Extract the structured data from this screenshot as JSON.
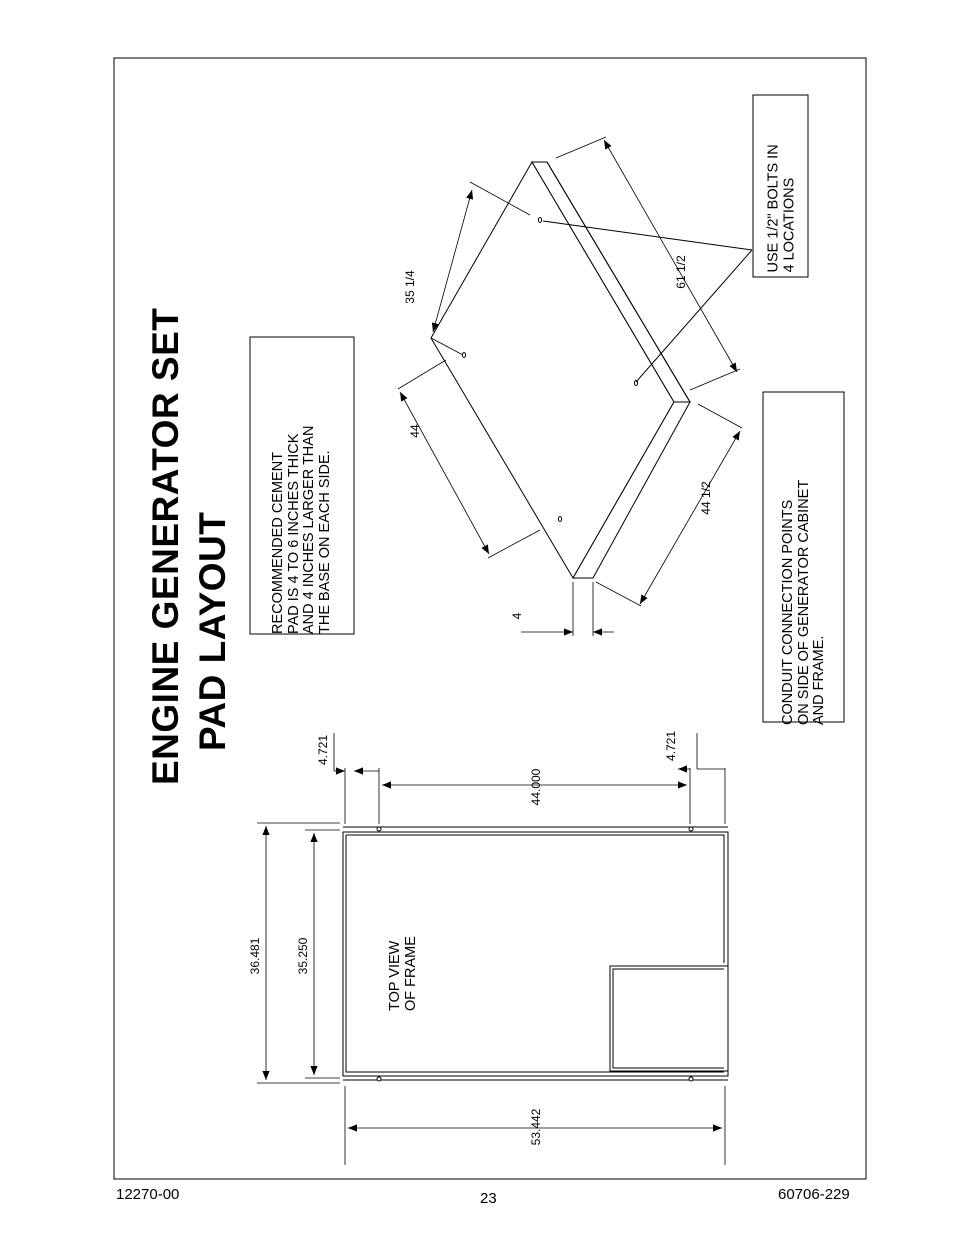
{
  "title": {
    "line1": "ENGINE GENERATOR SET",
    "line2": "PAD LAYOUT"
  },
  "notes": {
    "cement": [
      "RECOMMENDED CEMENT",
      "PAD IS 4 TO 6 INCHES THICK",
      "AND 4 INCHES LARGER THAN",
      "THE BASE ON EACH SIDE."
    ],
    "bolts": [
      "USE 1/2\" BOLTS IN",
      "4 LOCATIONS"
    ],
    "conduit": [
      "CONDUIT CONNECTION POINTS",
      "ON SIDE OF GENERATOR CABINET",
      "AND FRAME."
    ]
  },
  "isometric_dims": {
    "d35": "35 1/4",
    "d61": "61 1/2",
    "d44": "44",
    "d44h": "44 1/2",
    "d4": "4"
  },
  "top_view": {
    "label": [
      "TOP VIEW",
      "OF FRAME"
    ],
    "dims": {
      "left_offset": "4.721",
      "right_offset": "4.721",
      "bolt_span": "44.000",
      "outer_depth": "36.481",
      "inner_depth": "35.250",
      "length": "53.442"
    }
  },
  "footer": {
    "left": "12270-00",
    "center": "23",
    "right": "60706-229"
  }
}
